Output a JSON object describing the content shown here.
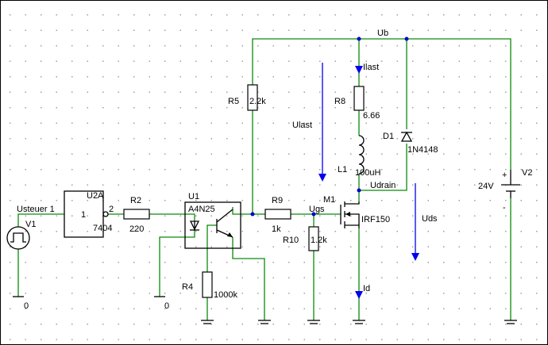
{
  "schematic": {
    "labels": {
      "ub": "Ub",
      "ilast": "Ilast",
      "ulast": "Ulast",
      "udrain": "Udrain",
      "ugs": "Ugs",
      "uds": "Uds",
      "id": "Id",
      "usteuer": "Usteuer 1",
      "gnd1": "0",
      "gnd2": "0",
      "pin2": "2"
    },
    "components": {
      "v1": {
        "ref": "V1"
      },
      "u2a": {
        "ref": "U2A",
        "pin": "1",
        "part": "7404"
      },
      "r2": {
        "ref": "R2",
        "value": "220"
      },
      "u1": {
        "ref": "U1",
        "part": "A4N25"
      },
      "r4": {
        "ref": "R4",
        "value": "1000k"
      },
      "r5": {
        "ref": "R5",
        "value": "2.2k"
      },
      "r9": {
        "ref": "R9",
        "value": "1k"
      },
      "r10": {
        "ref": "R10",
        "value": "1.2k"
      },
      "r8": {
        "ref": "R8",
        "value": "6.66"
      },
      "l1": {
        "ref": "L1",
        "value": "100uH"
      },
      "d1": {
        "ref": "D1",
        "part": "1N4148"
      },
      "m1": {
        "ref": "M1",
        "part": "IRF150"
      },
      "v2": {
        "ref": "V2",
        "value": "24V",
        "plus": "+",
        "minus": "-"
      }
    }
  }
}
